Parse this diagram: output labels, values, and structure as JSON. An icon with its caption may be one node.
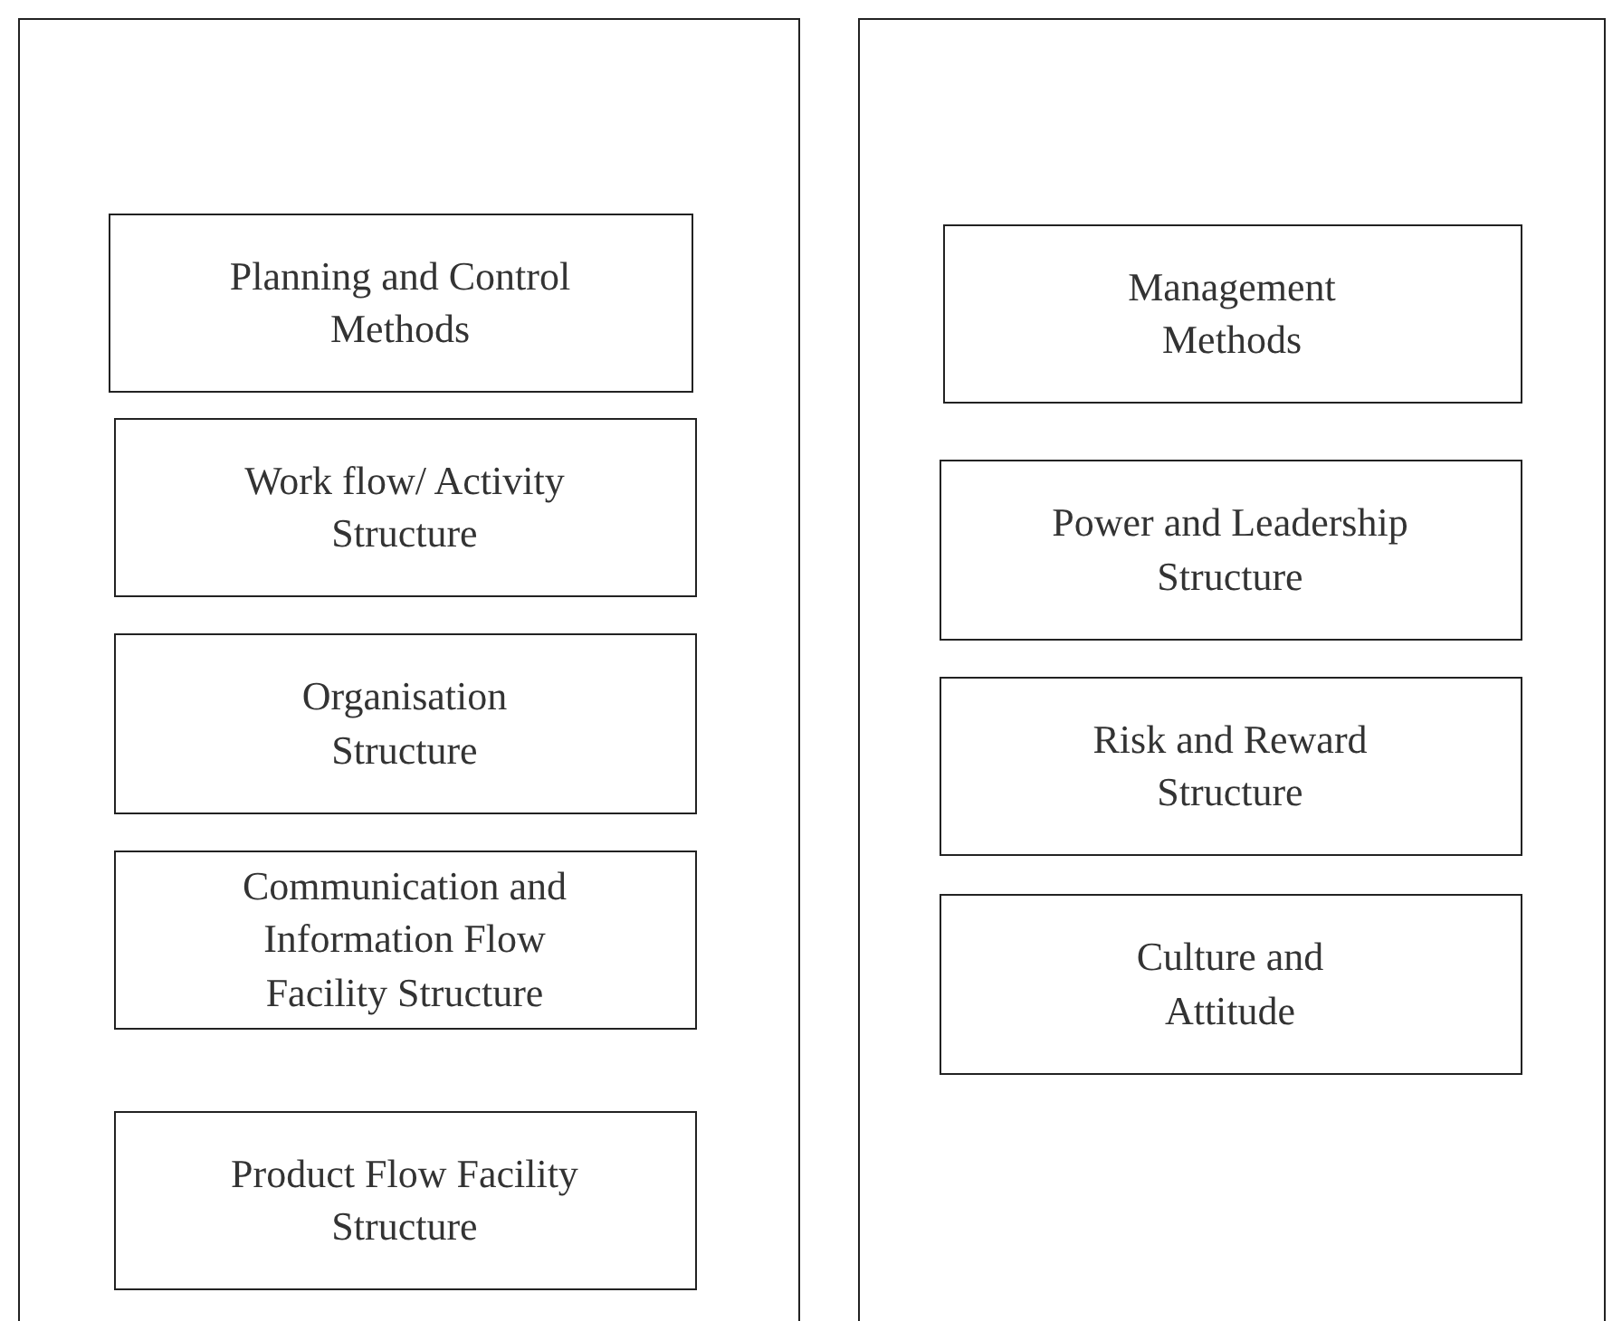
{
  "diagram": {
    "nodes": [
      {
        "text": [],
        "shape": "box"
      },
      {
        "text": [
          "Planning and Control Methods"
        ],
        "in": 0
      },
      {
        "text": [
          "Work flow/ Activity Structure"
        ],
        "in": 0
      },
      {
        "text": [
          "Organisation Structure"
        ],
        "in": 0
      },
      {
        "text": [
          "Communication and Information Flow Facility Structure"
        ],
        "in": 0
      },
      {
        "text": [
          "Product Flow Facility Structure"
        ],
        "in": 0
      },
      {
        "text": [],
        "shape": "box"
      },
      {
        "text": [
          "Management Methods"
        ],
        "in": 6
      },
      {
        "text": [
          "Power and Leadership Structure"
        ],
        "in": 6
      },
      {
        "text": [
          "Risk and Reward Structure"
        ],
        "in": 6
      },
      {
        "text": [
          "Culture and Attitude"
        ],
        "in": 6
      }
    ]
  }
}
